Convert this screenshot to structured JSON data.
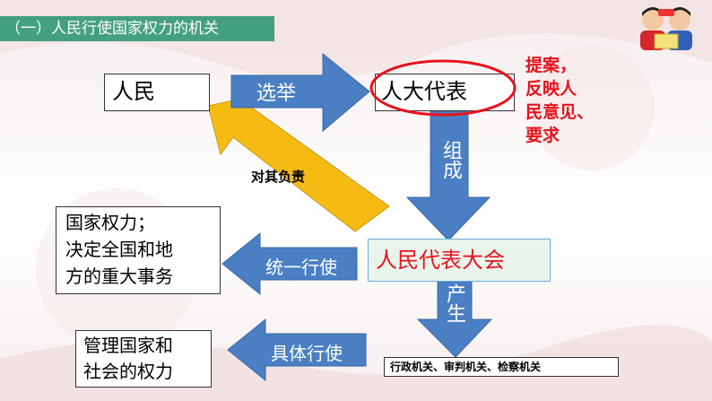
{
  "header": {
    "title": "（一）人民行使国家权力的机关"
  },
  "nodes": {
    "people": "人民",
    "deputies": "人大代表",
    "congress": "人民代表大会",
    "state_power_lines": [
      "国家权力；",
      "决定全国和地",
      "方的重大事务"
    ],
    "social_power_lines": [
      "管理国家和",
      "社会的权力"
    ],
    "organs": "行政机关、审判机关、检察机关"
  },
  "arrows": {
    "elect": "选举",
    "compose": "组成",
    "responsible": "对其负责",
    "unified_exercise": "统一行使",
    "produce": "产生",
    "specific_exercise": "具体行使"
  },
  "note_lines": [
    "提案，",
    "反映人",
    "民意见、",
    "要求"
  ],
  "colors": {
    "header_bg": "#43a081",
    "arrow_blue": "#4a7fc4",
    "arrow_yellow": "#f6bb12",
    "accent_red": "#e8121c"
  },
  "icons": {
    "mascot": "children-reading-icon"
  }
}
